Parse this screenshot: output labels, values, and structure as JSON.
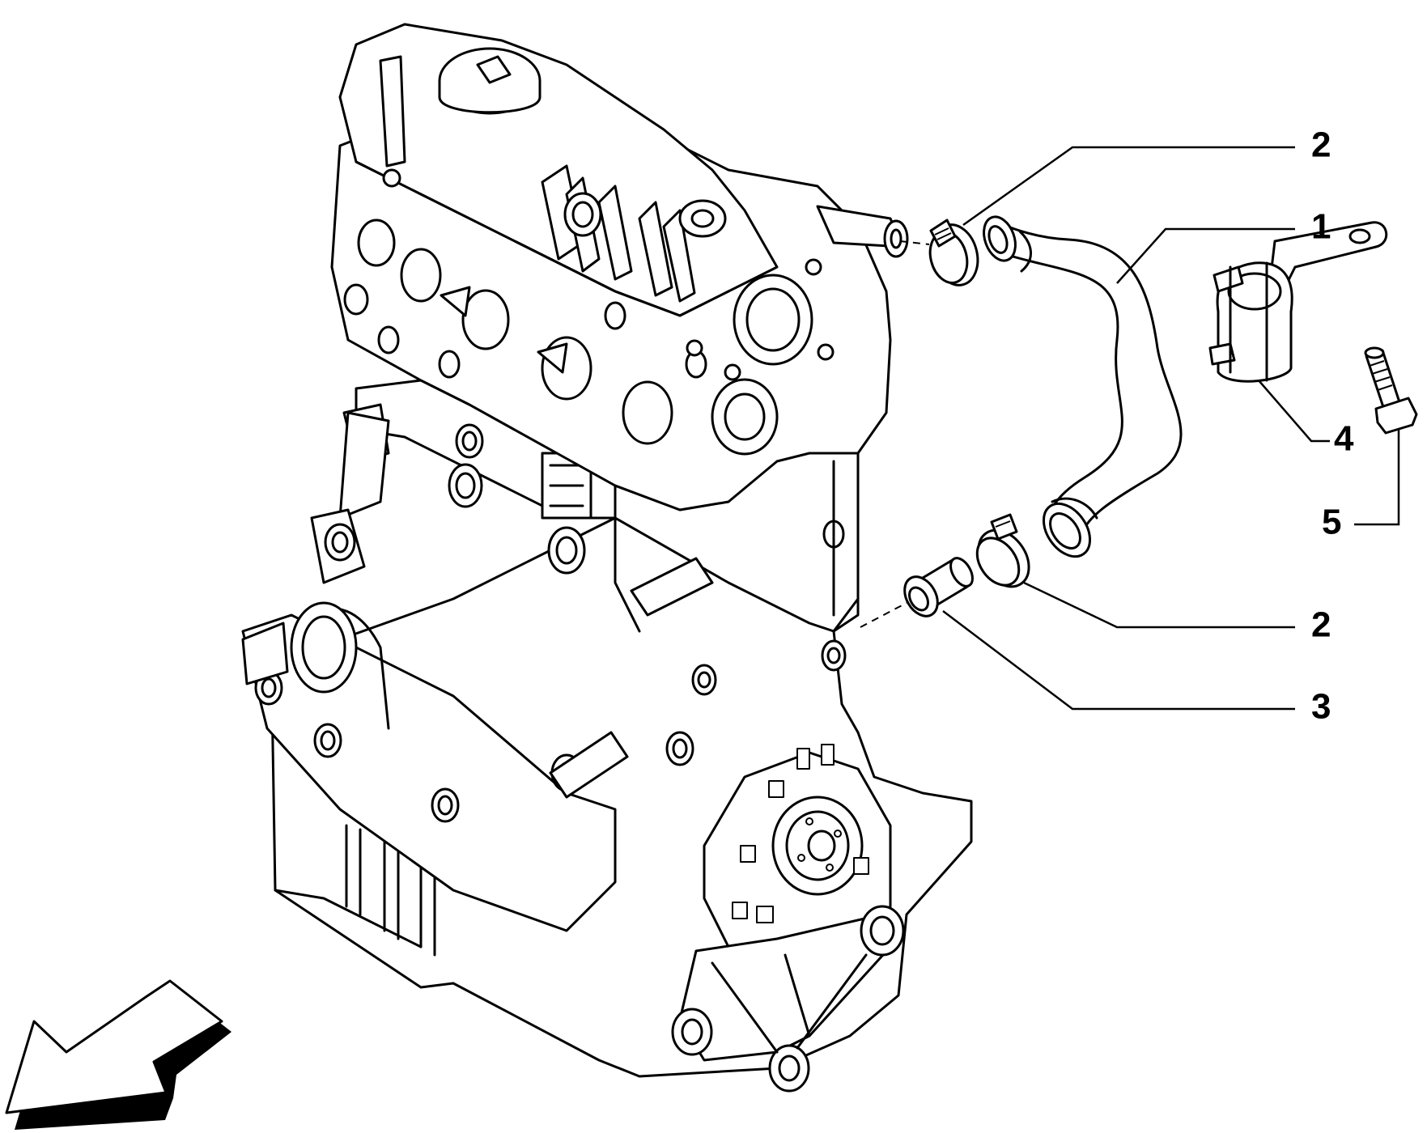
{
  "callouts": [
    {
      "id": "label-2-top",
      "text": "2",
      "part": "hose-clamp"
    },
    {
      "id": "label-1",
      "text": "1",
      "part": "coolant-hose"
    },
    {
      "id": "label-4",
      "text": "4",
      "part": "hose-support-bracket"
    },
    {
      "id": "label-5",
      "text": "5",
      "part": "bolt"
    },
    {
      "id": "label-2-bottom",
      "text": "2",
      "part": "hose-clamp"
    },
    {
      "id": "label-3",
      "text": "3",
      "part": "pipe-fitting"
    }
  ],
  "colors": {
    "line": "#000000",
    "background": "#ffffff"
  }
}
